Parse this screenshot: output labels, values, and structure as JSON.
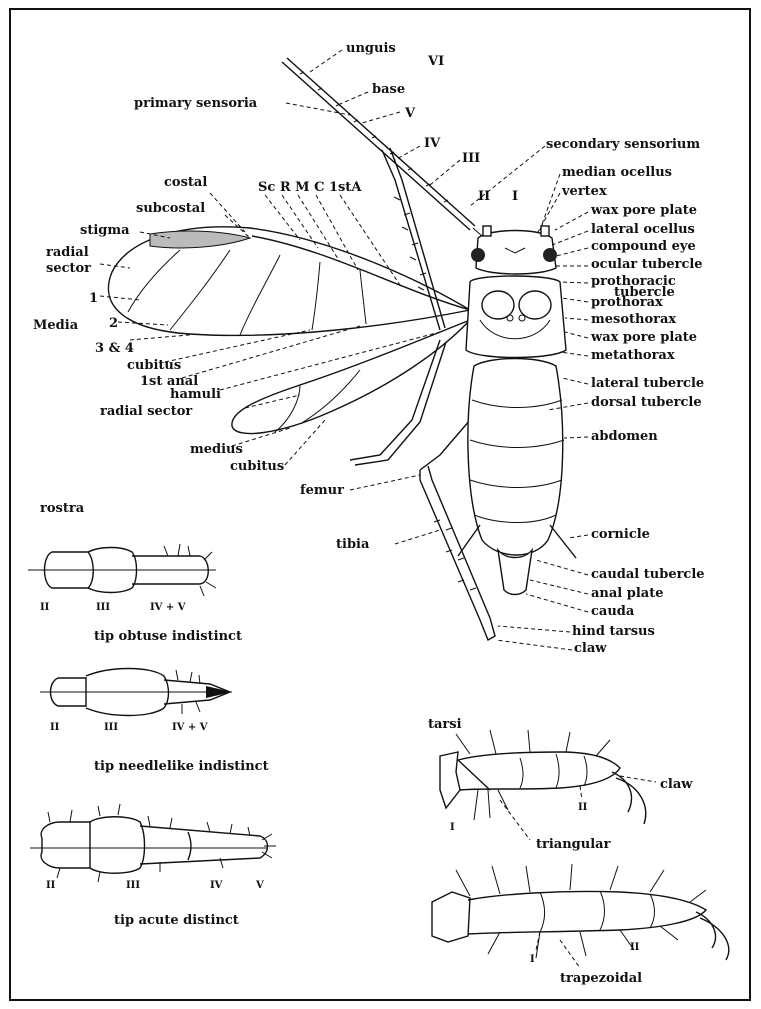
{
  "roman": {
    "I": "I",
    "II": "II",
    "III": "III",
    "IV": "IV",
    "V": "V",
    "VI": "VI"
  },
  "antenna": {
    "unguis": "unguis",
    "base": "base",
    "primary_sensoria": "primary sensoria",
    "secondary_sensorium": "secondary sensorium"
  },
  "head": {
    "median_ocellus": "median ocellus",
    "vertex": "vertex",
    "wax_pore_plate": "wax pore plate",
    "lateral_ocellus": "lateral ocellus",
    "compound_eye": "compound eye",
    "ocular_tubercle": "ocular tubercle",
    "prothoracic": "prothoracic",
    "tubercle": "tubercle"
  },
  "thorax": {
    "prothorax": "prothorax",
    "mesothorax": "mesothorax",
    "wax_pore_plate": "wax pore plate",
    "metathorax": "metathorax",
    "lateral_tubercle": "lateral tubercle",
    "dorsal_tubercle": "dorsal tubercle"
  },
  "abdomen": {
    "abdomen": "abdomen",
    "cornicle": "cornicle",
    "caudal_tubercle": "caudal tubercle",
    "anal_plate": "anal plate",
    "cauda": "cauda",
    "hind_tarsus": "hind tarsus",
    "claw": "claw"
  },
  "legs": {
    "femur": "femur",
    "tibia": "tibia"
  },
  "wing": {
    "costal": "costal",
    "subcostal": "subcostal",
    "stigma": "stigma",
    "radial": "radial",
    "sector": "sector",
    "media": "Media",
    "m1": "1",
    "m2": "2",
    "m34": "3 & 4",
    "cubitus": "cubitus",
    "first_anal": "1st anal",
    "hamuli": "hamuli",
    "radial_sector": "radial sector",
    "medius": "medius",
    "cubitus2": "cubitus",
    "veins": "Sc R M C 1stA"
  },
  "rostra": {
    "title": "rostra",
    "obtuse": "tip obtuse indistinct",
    "needle": "tip needlelike indistinct",
    "acute": "tip acute distinct",
    "II": "II",
    "III": "III",
    "IV_V": "IV + V",
    "IV": "IV",
    "V": "V"
  },
  "tarsi": {
    "title": "tarsi",
    "claw": "claw",
    "triangular": "triangular",
    "trapezoidal": "trapezoidal",
    "I": "I",
    "II": "II"
  }
}
